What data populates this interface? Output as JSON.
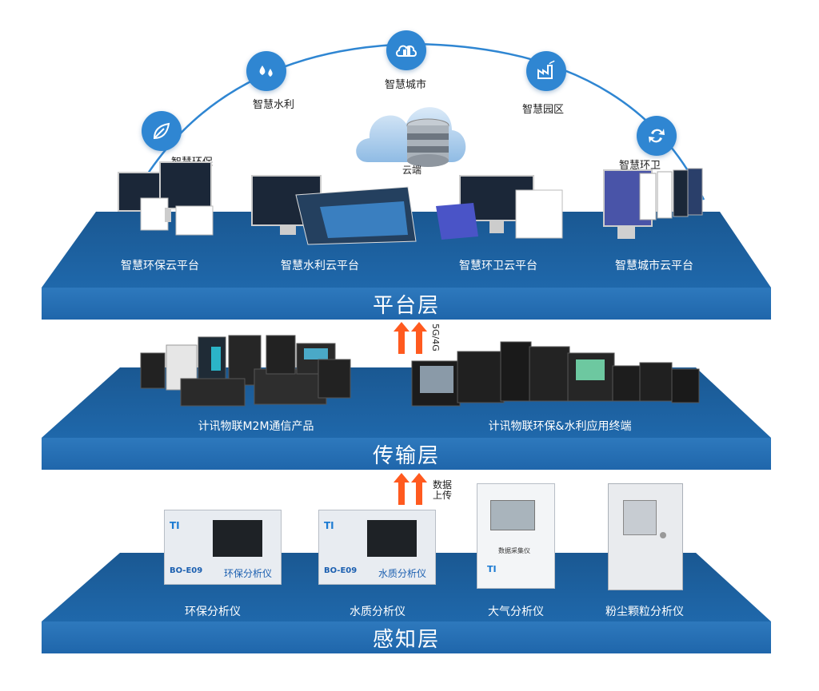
{
  "arc": {
    "items": [
      {
        "label": "智慧环保",
        "icon": "leaf-icon"
      },
      {
        "label": "智慧水利",
        "icon": "water-drops-icon"
      },
      {
        "label": "智慧城市",
        "icon": "city-cloud-icon"
      },
      {
        "label": "智慧园区",
        "icon": "factory-icon"
      },
      {
        "label": "智慧环卫",
        "icon": "recycle-icon"
      }
    ],
    "cloud_label": "云端"
  },
  "platform_layer": {
    "title": "平台层",
    "labels": [
      "智慧环保云平台",
      "智慧水利云平台",
      "智慧环卫云平台",
      "智慧城市云平台"
    ]
  },
  "transfer_arrows": [
    {
      "label": "5G/4G"
    },
    {
      "label_lines": [
        "数据",
        "上传"
      ]
    }
  ],
  "transport_layer": {
    "title": "传输层",
    "labels": [
      "计讯物联M2M通信产品",
      "计讯物联环保&水利应用终端"
    ]
  },
  "sensing_layer": {
    "title": "感知层",
    "labels": [
      "环保分析仪",
      "水质分析仪",
      "大气分析仪",
      "粉尘颗粒分析仪"
    ],
    "device_texts": {
      "env_model": "BO-E09",
      "env_name": "环保分析仪",
      "water_model": "BO-E09",
      "water_name": "水质分析仪",
      "air_screen": "数据采集仪"
    }
  },
  "colors": {
    "band": "#2573b8",
    "top": "#1d5d98",
    "icon": "#2f86d2",
    "arrow": "#ff5a1f"
  }
}
